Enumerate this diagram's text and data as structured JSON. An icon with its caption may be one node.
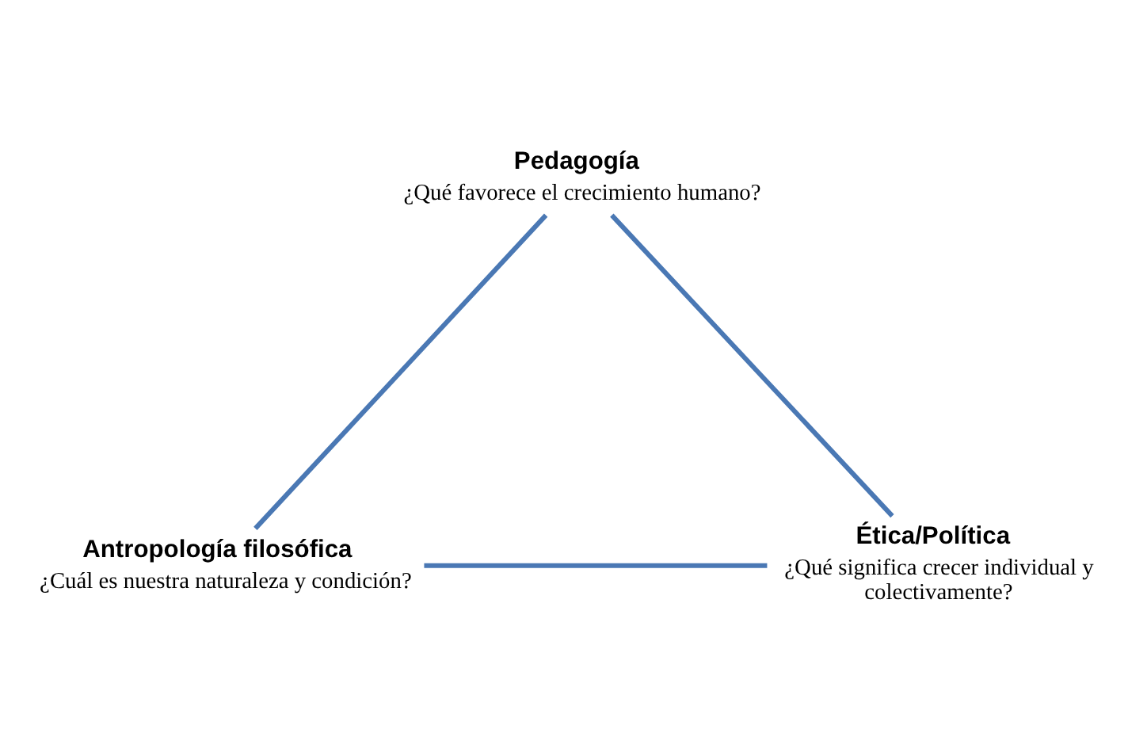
{
  "diagram": {
    "nodes": [
      {
        "text": [
          "Pedagogía",
          "¿Qué favorece el crecimiento humano?"
        ]
      },
      {
        "text": [
          "Antropología filosófica",
          "¿Cuál es nuestra naturaleza y condición?"
        ]
      },
      {
        "text": [
          "Ética/Política",
          "¿Qué significa crecer individual y colectivamente?"
        ]
      }
    ],
    "edges": [
      {
        "from": 0,
        "to": 1,
        "arrow": "none"
      },
      {
        "from": 1,
        "to": 2,
        "arrow": "none"
      },
      {
        "from": 2,
        "to": 0,
        "arrow": "none"
      }
    ]
  }
}
